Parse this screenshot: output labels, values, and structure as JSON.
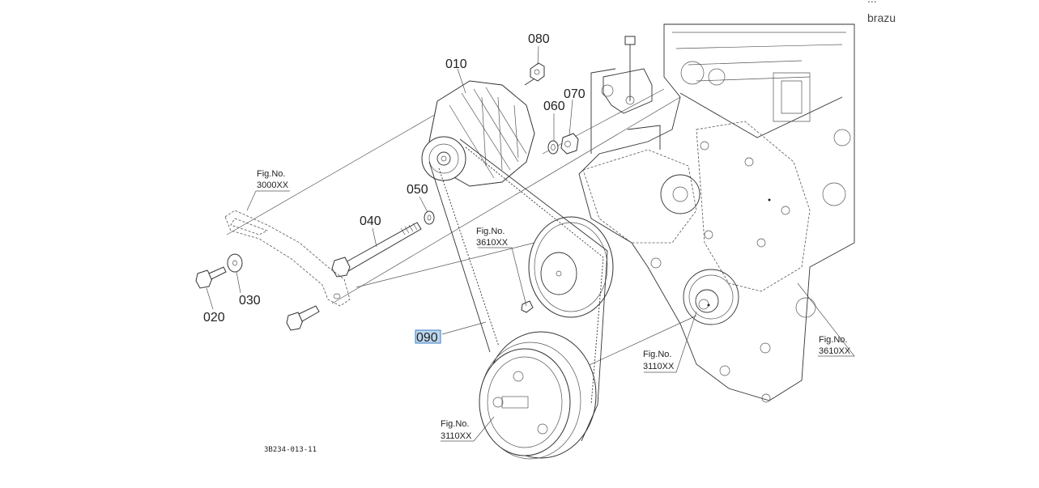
{
  "side_panel": {
    "top_partial_text": "...",
    "label_partial": "brazu"
  },
  "diagram": {
    "drawing_code": "3B234-013-11",
    "selected_part": "090",
    "parts": [
      {
        "id": "010",
        "name": "alternator"
      },
      {
        "id": "020",
        "name": "bolt"
      },
      {
        "id": "030",
        "name": "washer"
      },
      {
        "id": "040",
        "name": "long bolt"
      },
      {
        "id": "050",
        "name": "washer"
      },
      {
        "id": "060",
        "name": "spring washer"
      },
      {
        "id": "070",
        "name": "nut"
      },
      {
        "id": "080",
        "name": "nut"
      },
      {
        "id": "090",
        "name": "fan belt"
      }
    ],
    "fig_refs": [
      {
        "prefix": "Fig.No.",
        "number": "3000XX"
      },
      {
        "prefix": "Fig.No.",
        "number": "3610XX"
      },
      {
        "prefix": "Fig.No.",
        "number": "3110XX"
      },
      {
        "prefix": "Fig.No.",
        "number": "3610XX"
      },
      {
        "prefix": "Fig.No.",
        "number": "3110XX"
      }
    ]
  }
}
